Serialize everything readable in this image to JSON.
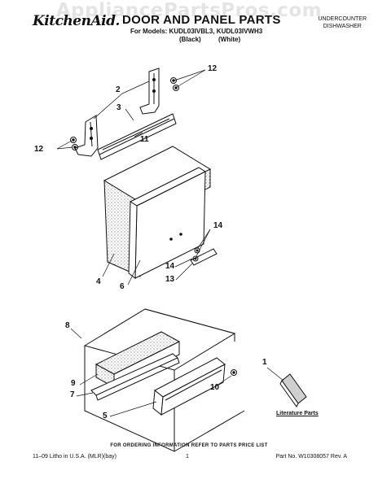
{
  "watermark": "AppliancePartsPros.com",
  "header": {
    "brand": "KitchenAid.",
    "title": "DOOR AND PANEL PARTS",
    "models_line": "For Models: KUDL03IVBL3, KUDL03IVWH3",
    "color_black": "(Black)",
    "color_white": "(White)",
    "category_line1": "UNDERCOUNTER",
    "category_line2": "DISHWASHER"
  },
  "callouts": {
    "c1": "1",
    "c2": "2",
    "c3": "3",
    "c4": "4",
    "c5": "5",
    "c6": "6",
    "c7": "7",
    "c8": "8",
    "c9": "9",
    "c10": "10",
    "c11": "11",
    "c12a": "12",
    "c12b": "12",
    "c13": "13",
    "c14a": "14",
    "c14b": "14"
  },
  "literature_label": "Literature Parts",
  "ordering_note": "FOR ORDERING INFORMATION REFER TO PARTS PRICE LIST",
  "footer": {
    "left": "11–09 Litho in U.S.A. (MLR)(bay)",
    "page": "1",
    "part_no": "Part No. W10308057 Rev. A"
  },
  "colors": {
    "ink": "#111111",
    "watermark": "#e4e4e4",
    "stipple": "#bdbdbd"
  }
}
